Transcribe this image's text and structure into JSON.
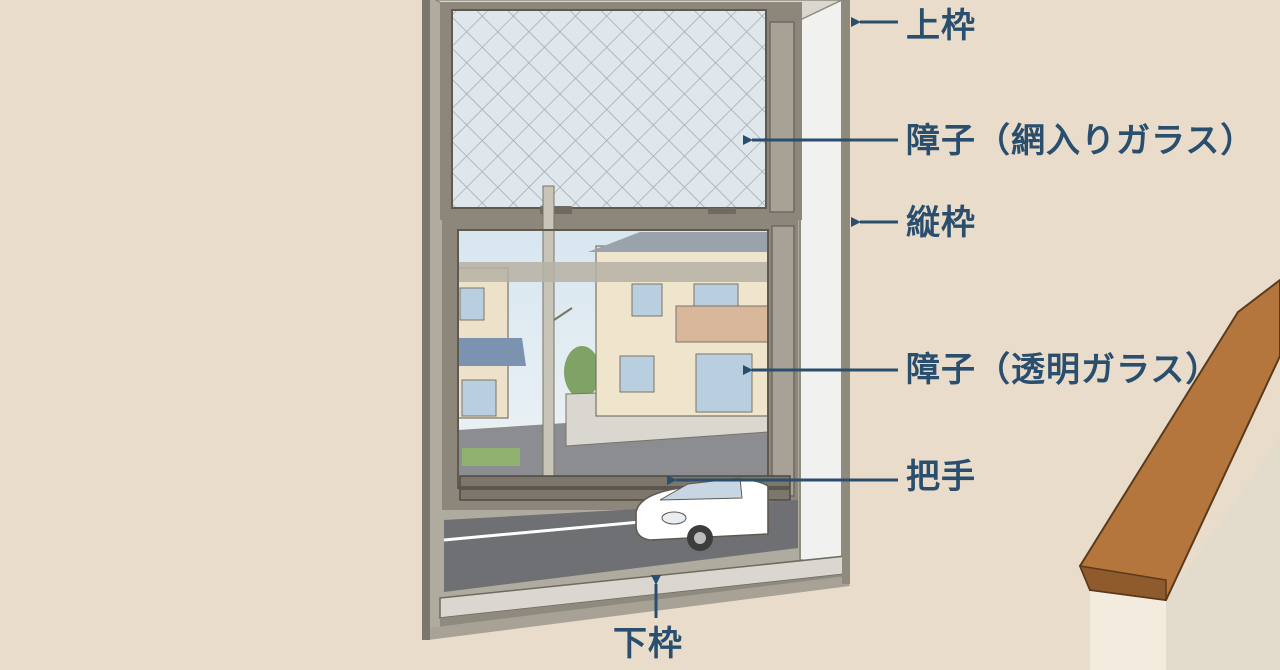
{
  "labels": {
    "top_frame": "上枠",
    "sash_wired_glass": "障子（網入りガラス）",
    "side_frame": "縦枠",
    "sash_clear_glass": "障子（透明ガラス）",
    "handle": "把手",
    "bottom_frame": "下枠"
  },
  "colors": {
    "label_text": "#2a4e6e",
    "arrow": "#2a4e6e",
    "wall": "#e9dccb",
    "frame": "#a09a8c",
    "frame_dark": "#6f6a60",
    "stair_wood": "#b5763d"
  }
}
